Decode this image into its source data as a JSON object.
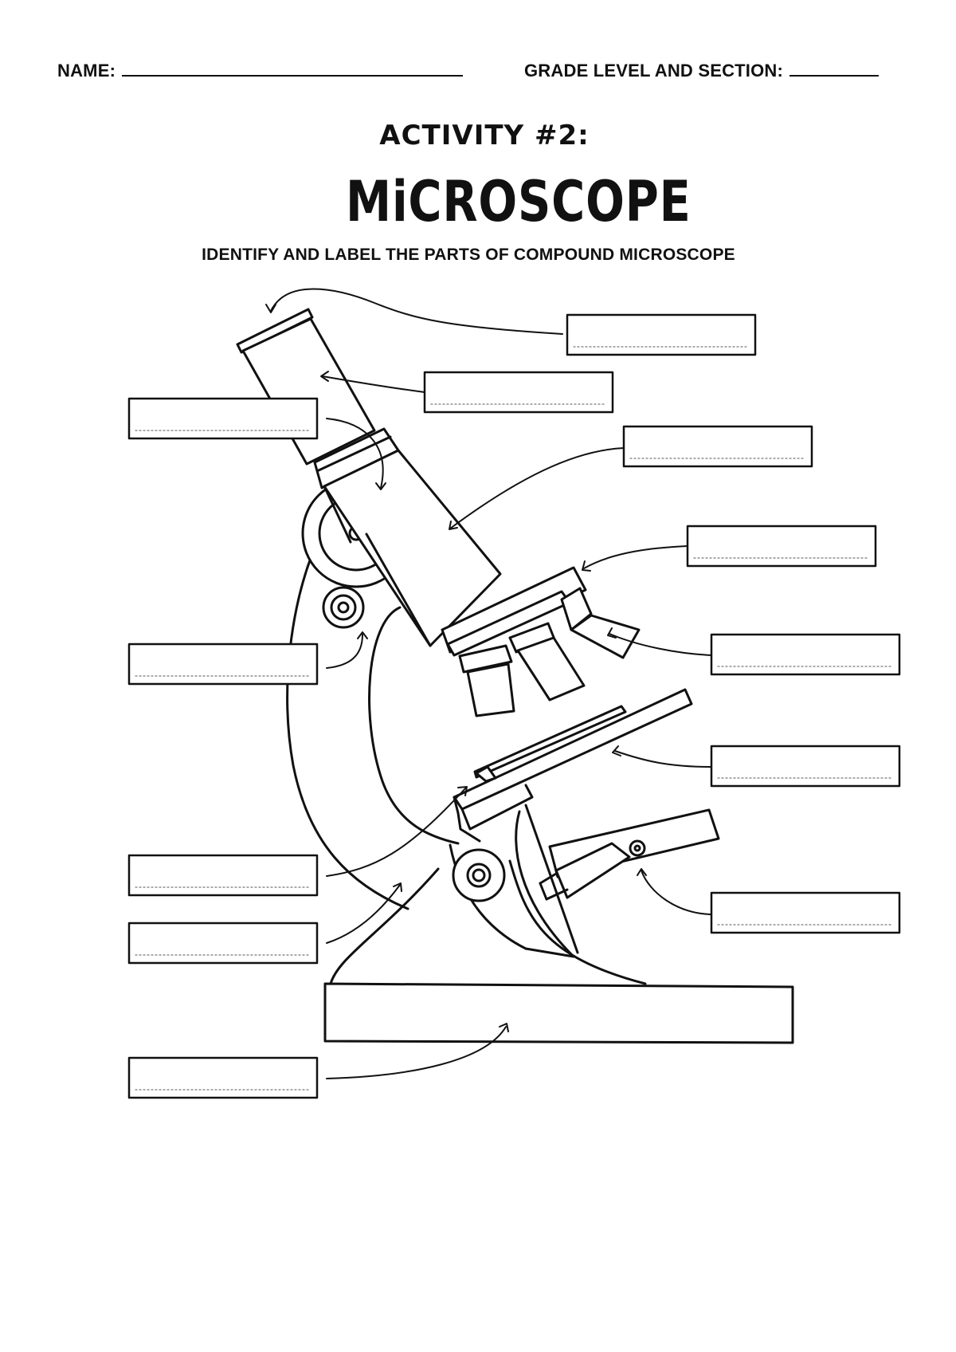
{
  "header": {
    "name_label": "NAME:",
    "grade_label": "GRADE LEVEL AND SECTION:"
  },
  "activity": "ACTIVITY #2:",
  "title": "MiCROSCOPE",
  "instruction": "IDENTIFY AND LABEL THE PARTS OF COMPOUND MICROSCOPE",
  "label_boxes": [
    {
      "id": "label-box-1",
      "value": ""
    },
    {
      "id": "label-box-2",
      "value": ""
    },
    {
      "id": "label-box-3",
      "value": ""
    },
    {
      "id": "label-box-4",
      "value": ""
    },
    {
      "id": "label-box-5",
      "value": ""
    },
    {
      "id": "label-box-6",
      "value": ""
    },
    {
      "id": "label-box-7",
      "value": ""
    },
    {
      "id": "label-box-8",
      "value": ""
    },
    {
      "id": "label-box-9",
      "value": ""
    },
    {
      "id": "label-box-10",
      "value": ""
    },
    {
      "id": "label-box-11",
      "value": ""
    },
    {
      "id": "label-box-12",
      "value": ""
    },
    {
      "id": "label-box-13",
      "value": ""
    }
  ]
}
